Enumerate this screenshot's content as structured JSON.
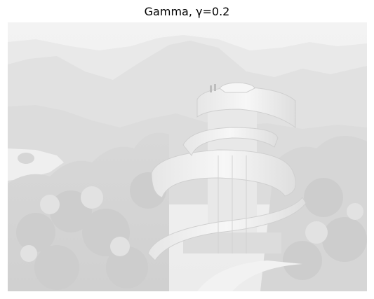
{
  "figure": {
    "title": "Gamma, γ=0.2"
  },
  "image": {
    "subject": "spiral-ribbon-tower-on-hillside",
    "tone": "very-light-grayscale"
  }
}
